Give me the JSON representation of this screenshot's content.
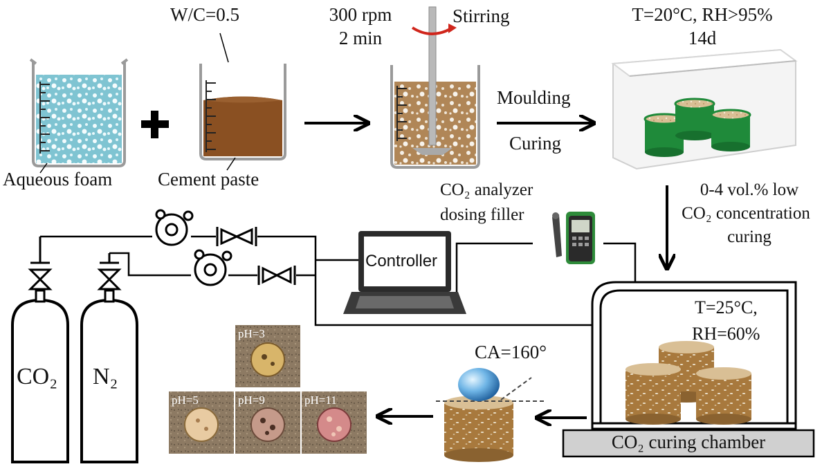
{
  "step1": {
    "foam_label": "Aqueous foam",
    "plus": "+",
    "wc_ratio": "W/C=0.5",
    "paste_label": "Cement paste"
  },
  "step2": {
    "speed": "300 rpm",
    "time": "2 min",
    "action": "Stirring"
  },
  "step3": {
    "process_top": "Moulding",
    "process_bottom": "Curing",
    "condition_line1": "T=20°C, RH>95%",
    "condition_line2": "14d"
  },
  "step4": {
    "co2_note_line1": "0-4 vol.% low",
    "co2_note_line2": "CO₂ concentration",
    "co2_note_line3": "curing",
    "analyzer_line1": "CO₂  analyzer",
    "analyzer_line2": "dosing filler",
    "controller": "Controller",
    "chamber_condition_line1": "T=25°C,",
    "chamber_condition_line2": "RH=60%",
    "chamber_label": "CO₂ curing chamber"
  },
  "gas": {
    "cylinder_left": "CO₂",
    "cylinder_right": "N₂"
  },
  "results": {
    "contact_angle": "CA=160°",
    "ph_samples": [
      "pH=3",
      "pH=5",
      "pH=9",
      "pH=11"
    ]
  },
  "colors": {
    "foam_liquid": "#8ccfdb",
    "cement_paste": "#8a5022",
    "foamed_paste": "#b58a5e",
    "green_mould": "#1f8a3a",
    "cylinder_sample": "#a8793d",
    "chamber_base": "#d0d0d0",
    "stir_arrow": "#d0261c"
  }
}
